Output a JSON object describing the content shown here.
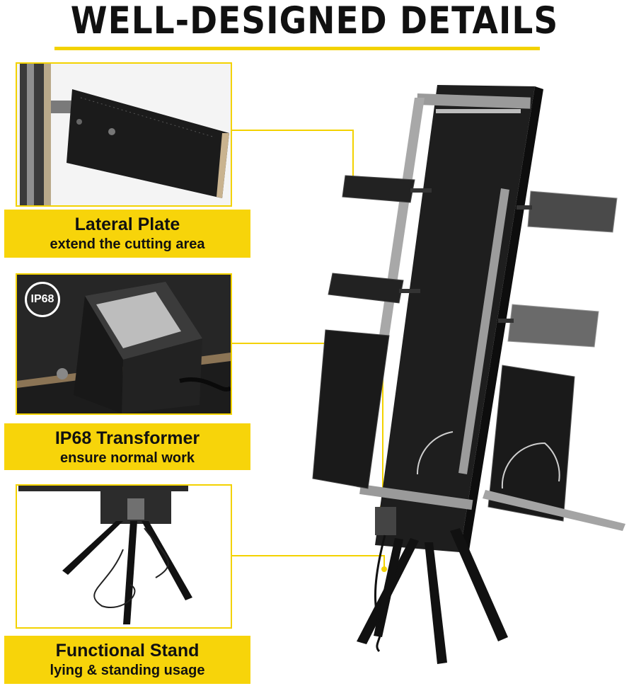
{
  "header": {
    "title": "WELL-DESIGNED DETAILS"
  },
  "features": [
    {
      "title": "Lateral Plate",
      "subtitle": "extend the cutting area"
    },
    {
      "title": "IP68 Transformer",
      "subtitle": "ensure normal work",
      "badge": "IP68"
    },
    {
      "title": "Functional Stand",
      "subtitle": "lying & standing usage"
    }
  ],
  "colors": {
    "accent": "#f3d200",
    "label_bg": "#f7d40a",
    "product": "#1e1e1e",
    "rail": "#9a9a9a"
  }
}
